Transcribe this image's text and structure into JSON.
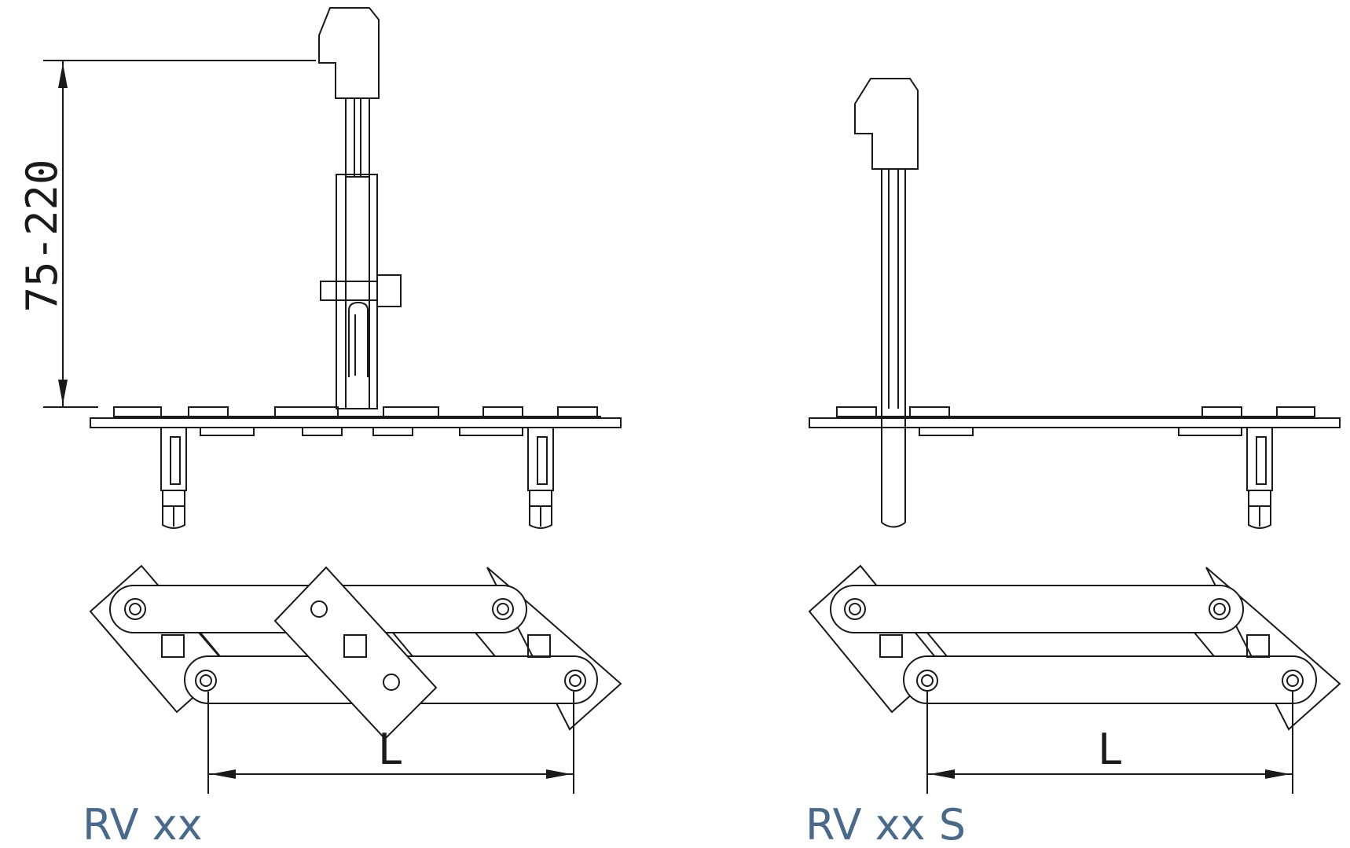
{
  "diagram": {
    "height_dimension": "75-220",
    "length_dimension_left": "L",
    "length_dimension_right": "L",
    "caption_left": "RV xx",
    "caption_right": "RV xx S",
    "caption_color": "#4a6a8c",
    "line_color": "#1a1a1a"
  }
}
